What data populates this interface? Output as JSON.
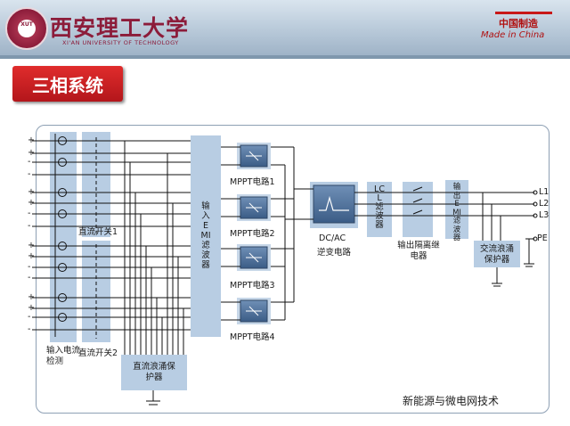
{
  "header": {
    "university_cn": "西安理工大学",
    "university_en": "XI'AN UNIVERSITY OF TECHNOLOGY",
    "logo_text": "XUT",
    "made_cn": "中国制造",
    "made_en": "Made in China"
  },
  "slide_title": "三相系统",
  "diagram": {
    "pv_terminals": [
      "+",
      "-",
      "+",
      "-",
      "+",
      "-",
      "+",
      "-",
      "+",
      "-",
      "+",
      "-",
      "+",
      "-",
      "+",
      "-"
    ],
    "input_current_detect": "输入电流检测",
    "dc_switch_1": "直流开关1",
    "dc_switch_2": "直流开关2",
    "dc_surge": "直流浪涌保护器",
    "input_emi": "输入EMI滤波器",
    "mppt_1": "MPPT电路1",
    "mppt_2": "MPPT电路2",
    "mppt_3": "MPPT电路3",
    "mppt_4": "MPPT电路4",
    "dcac_1": "DC/AC",
    "dcac_2": "逆变电路",
    "lcl": "LCL滤波器",
    "out_relay": "输出隔离继电器",
    "out_emi": "输出EMI滤波器",
    "ac_surge": "交流浪涌保护器",
    "l1": "L1",
    "l2": "L2",
    "l3": "L3",
    "pe": "PE"
  },
  "watermark": "新能源与微电网技术"
}
